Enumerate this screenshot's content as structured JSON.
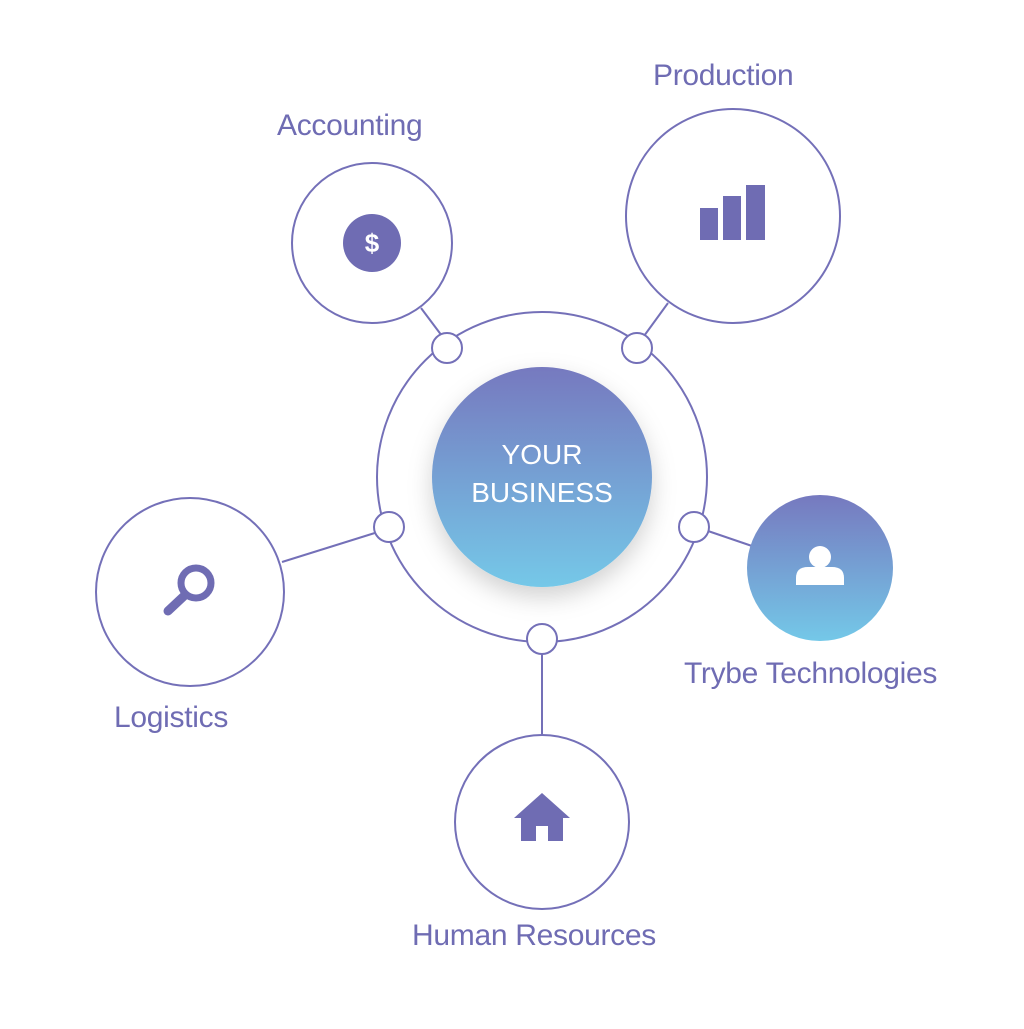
{
  "center": {
    "line1": "YOUR",
    "line2": "BUSINESS"
  },
  "nodes": {
    "accounting": {
      "label": "Accounting",
      "icon": "dollar-coin-icon"
    },
    "production": {
      "label": "Production",
      "icon": "bar-chart-icon"
    },
    "logistics": {
      "label": "Logistics",
      "icon": "magnifier-icon"
    },
    "trybe": {
      "label": "Trybe Technologies",
      "icon": "user-icon"
    },
    "hr": {
      "label": "Human Resources",
      "icon": "house-icon"
    }
  },
  "colors": {
    "stroke": "#7470b8",
    "accent": "#6f6cb3",
    "gradient_top": "#7679bf",
    "gradient_bottom": "#74c8e8"
  }
}
